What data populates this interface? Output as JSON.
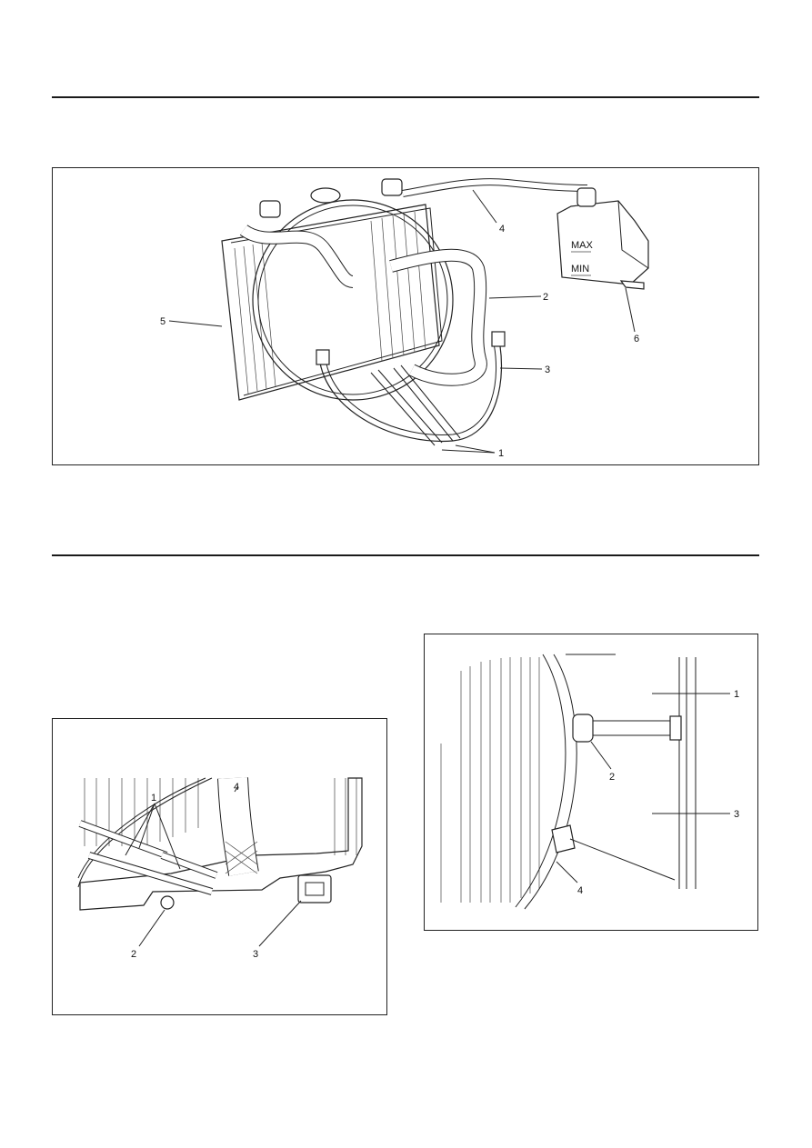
{
  "figure_top": {
    "callouts": [
      "1",
      "2",
      "3",
      "4",
      "5",
      "6"
    ],
    "tank_labels": {
      "max": "MAX",
      "min": "MIN"
    }
  },
  "figure_bottom_left": {
    "callouts": [
      "1",
      "2",
      "3",
      "4"
    ]
  },
  "figure_bottom_right": {
    "callouts": [
      "1",
      "2",
      "3",
      "4"
    ]
  }
}
